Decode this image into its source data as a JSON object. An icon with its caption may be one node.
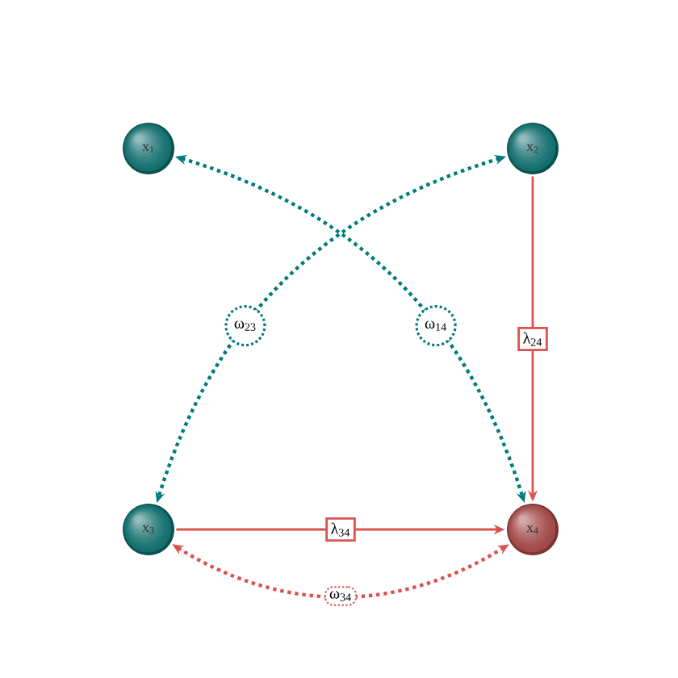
{
  "diagram": {
    "nodes": [
      {
        "text": [
          "x$_{1}$"
        ]
      },
      {
        "text": [
          "x$_{2}$"
        ]
      },
      {
        "text": [
          "x$_{3}$"
        ]
      },
      {
        "text": [
          "x$_{4}$"
        ]
      }
    ],
    "edges": [
      {
        "from": 0,
        "to": 3,
        "arrow": "both",
        "style": "dashed",
        "color": "#007b7b",
        "label": "ω$_{14}$"
      },
      {
        "from": 1,
        "to": 2,
        "arrow": "both",
        "style": "dashed",
        "color": "#007b7b",
        "label": "ω$_{23}$"
      },
      {
        "from": 1,
        "to": 3,
        "arrow": "to",
        "color": "#d9534f",
        "label": "λ$_{24}$"
      },
      {
        "from": 2,
        "to": 3,
        "arrow": "to",
        "color": "#d9534f",
        "label": "λ$_{34}$"
      },
      {
        "from": 2,
        "to": 3,
        "arrow": "both",
        "style": "dashed",
        "color": "#d9534f",
        "label": "ω$_{34}$"
      }
    ]
  }
}
